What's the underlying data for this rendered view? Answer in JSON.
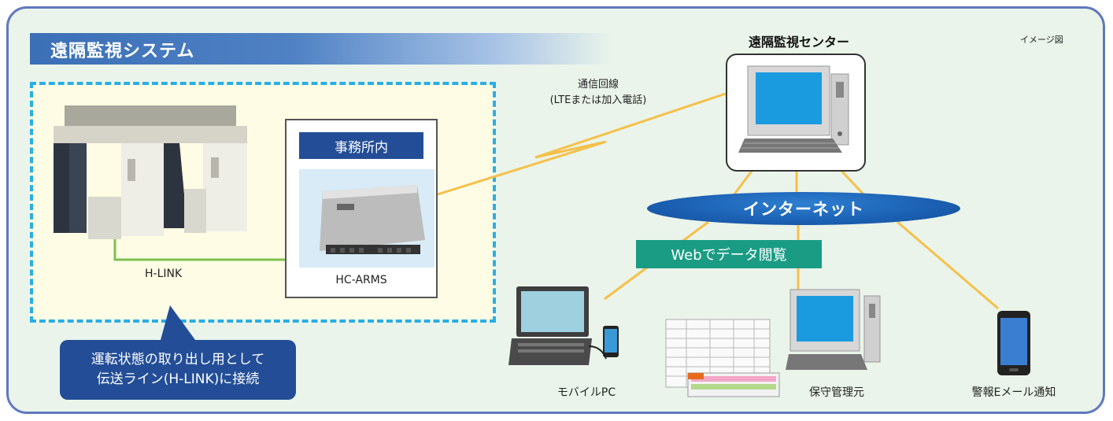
{
  "title": "遠隔監視システム",
  "image_note": "イメージ図",
  "monitoring_center": "遠隔監視センター",
  "comm_line": {
    "line1": "通信回線",
    "line2": "(LTEまたは加入電話)"
  },
  "office": {
    "label": "事務所内",
    "device": "HC-ARMS"
  },
  "hlink_label": "H-LINK",
  "callout": {
    "line1": "運転状態の取り出し用として",
    "line2": "伝送ライン(H-LINK)に接続"
  },
  "internet": "インターネット",
  "web_view": "Webでデータ閲覧",
  "clients": {
    "mobile_pc": "モバイルPC",
    "maintenance": "保守管理元",
    "email": "警報Eメール通知"
  },
  "colors": {
    "frame": "#5f78c0",
    "title_blue": "#3b6fb6",
    "navy": "#234e97",
    "line_orange": "#f6c04a",
    "hlink_green": "#7cc150",
    "internet_blue": "#1b5fb2",
    "web_teal": "#1a9c84",
    "dash_cyan": "#29aee6"
  }
}
